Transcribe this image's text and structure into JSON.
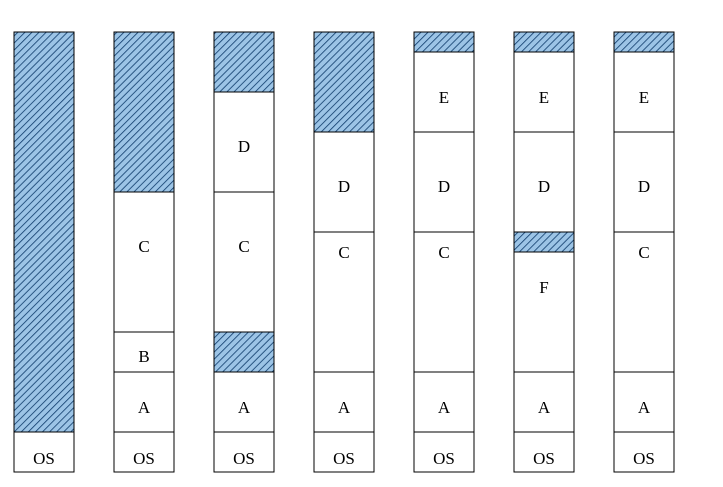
{
  "colors": {
    "hatch_fill": "#9cc4e6",
    "hatch_line": "#0d3a6a",
    "outline": "#000000",
    "background": "#ffffff"
  },
  "columns": [
    {
      "segments": [
        {
          "label": "",
          "free": true
        },
        {
          "label": "OS",
          "free": false
        }
      ]
    },
    {
      "segments": [
        {
          "label": "",
          "free": true
        },
        {
          "label": "C",
          "free": false
        },
        {
          "label": "B",
          "free": false
        },
        {
          "label": "A",
          "free": false
        },
        {
          "label": "OS",
          "free": false
        }
      ]
    },
    {
      "segments": [
        {
          "label": "",
          "free": true
        },
        {
          "label": "D",
          "free": false
        },
        {
          "label": "C",
          "free": false
        },
        {
          "label": "",
          "free": true
        },
        {
          "label": "A",
          "free": false
        },
        {
          "label": "OS",
          "free": false
        }
      ]
    },
    {
      "segments": [
        {
          "label": "",
          "free": true
        },
        {
          "label": "D",
          "free": false
        },
        {
          "label": "C",
          "free": false
        },
        {
          "label": "A",
          "free": false
        },
        {
          "label": "OS",
          "free": false
        }
      ]
    },
    {
      "segments": [
        {
          "label": "",
          "free": true
        },
        {
          "label": "E",
          "free": false
        },
        {
          "label": "D",
          "free": false
        },
        {
          "label": "C",
          "free": false
        },
        {
          "label": "A",
          "free": false
        },
        {
          "label": "OS",
          "free": false
        }
      ]
    },
    {
      "segments": [
        {
          "label": "",
          "free": true
        },
        {
          "label": "E",
          "free": false
        },
        {
          "label": "D",
          "free": false
        },
        {
          "label": "",
          "free": true
        },
        {
          "label": "F",
          "free": false
        },
        {
          "label": "A",
          "free": false
        },
        {
          "label": "OS",
          "free": false
        }
      ]
    },
    {
      "segments": [
        {
          "label": "",
          "free": true
        },
        {
          "label": "E",
          "free": false
        },
        {
          "label": "D",
          "free": false
        },
        {
          "label": "C",
          "free": false
        },
        {
          "label": "A",
          "free": false
        },
        {
          "label": "OS",
          "free": false
        }
      ]
    }
  ]
}
